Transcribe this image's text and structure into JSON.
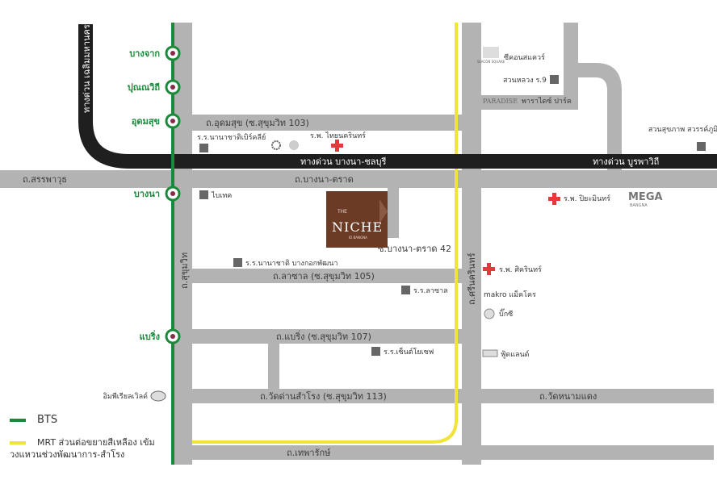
{
  "map": {
    "project": {
      "brand": "THE",
      "name": "NICHE",
      "tag": "ID BANGNA"
    },
    "roads": {
      "udomsuk": "ถ.อุดมสุข (ซ.สุขุมวิท 103)",
      "sanphawut": "ถ.สรรพาวุธ",
      "bangna_trad": "ถ.บางนา-ตราด",
      "bangna_trad_soi42": "ซ.บางนา-ตราด 42",
      "lasalle": "ถ.ลาซาล (ซ.สุขุมวิท 105)",
      "bearing": "ถ.แบริ่ง (ซ.สุขุมวิท 107)",
      "wat_dan": "ถ.วัดด่านสำโรง (ซ.สุขุมวิท 113)",
      "wat_nam_daeng": "ถ.วัดหนามแดง",
      "theparak": "ถ.เทพารักษ์",
      "sukhumvit": "ถ.สุขุมวิท",
      "srinakarin": "ถ.ศรีนครินทร์"
    },
    "expressways": {
      "chaloem": "ทางด่วน เฉลิมมหานคร",
      "bangna_chonburi": "ทางด่วน บางนา-ชลบุรี",
      "burapha": "ทางด่วน บูรพาวิถี"
    },
    "stations": [
      "บางจาก",
      "ปุณณวิถี",
      "อุดมสุข",
      "บางนา",
      "แบริ่ง"
    ],
    "landmarks": {
      "nanachat": "ร.ร.นานาชาติเบิร์คลีย์",
      "thainakarin": "ร.พ. ไทยนครินทร์",
      "bitec": "ไบเทค",
      "bangkok_patana": "ร.ร.นานาชาติ บางกอกพัฒนา",
      "lasalle_school": "ร.ร.ลาซาล",
      "st_joseph": "ร.ร.เซ็นต์โยเซฟ",
      "imperial": "อิมพีเรียลเวิลด์",
      "seacon": "ซีคอนสแควร์",
      "suan_luang": "สวนหลวง ร.9",
      "paradise": "พาราไดซ์ ปาร์ค",
      "paradise_logo": "PARADISE",
      "suan_sukhaphap": "สวนสุขภาพ สวรรค์ภูมิ",
      "piyamin": "ร.พ. ปิยะมินทร์",
      "mega": "MEGA",
      "mega_sub": "BANGNA",
      "sikarin": "ร.พ. ศิครินทร์",
      "makro": "makro แม็คโคร",
      "big_c": "บิ๊กซี",
      "food_land": "ฟู้ดแลนด์",
      "seacon_logo": "SEACON SQUARE"
    },
    "legend": {
      "bts": "BTS",
      "mrt_line1": "MRT ส่วนต่อขยายสีเหลือง เข้ม",
      "mrt_line2": "วงแหวนช่วงพัฒนาการ-สำโรง"
    },
    "colors": {
      "road": "#b3b3b3",
      "expressway": "#1f1f1f",
      "bts": "#1a8a3a",
      "mrt": "#f0e33a",
      "project": "#6b3b26",
      "hospital": "#e03a3a",
      "landmark": "#666666"
    }
  }
}
